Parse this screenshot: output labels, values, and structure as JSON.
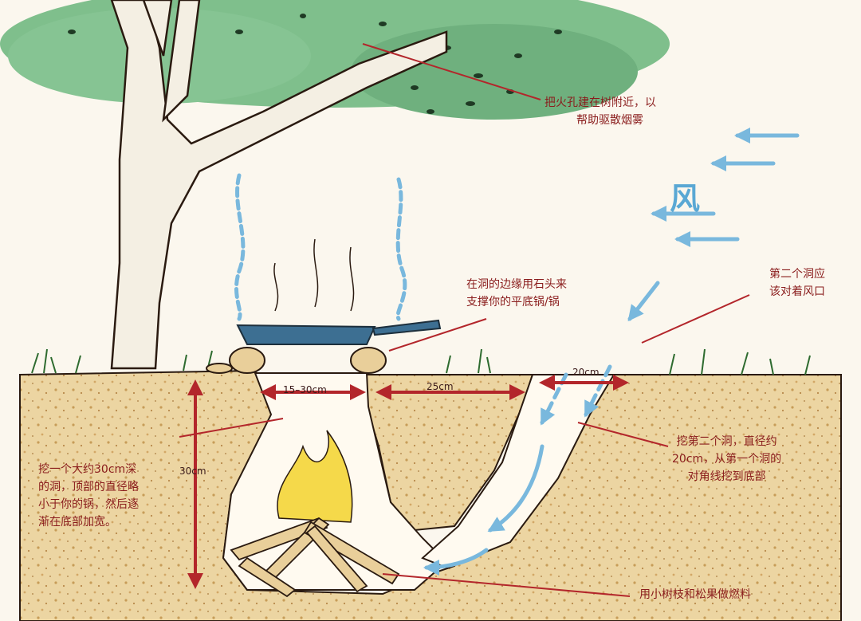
{
  "labels": {
    "tree_note": [
      "把火孔建在树附近，以",
      "帮助驱散烟雾"
    ],
    "wind": "风",
    "pan_note": [
      "在洞的边缘用石头来",
      "支撑你的平底锅/锅"
    ],
    "second_hole_note": [
      "第二个洞应",
      "该对着风口"
    ],
    "dig_second_note": [
      "挖第二个洞，直径约",
      "20cm，从第一个洞的",
      "对角线挖到底部"
    ],
    "dig_first_note": [
      "挖一个大约30cm深",
      "的洞，顶部的直径略",
      "小于你的锅，然后逐",
      "渐在底部加宽。"
    ],
    "fuel_note": "用小树枝和松果做燃料"
  },
  "dimensions": {
    "top_width": "15–30cm",
    "gap": "25cm",
    "second_width": "20cm",
    "depth": "30cm"
  },
  "colors": {
    "soil": "#e9cf9a",
    "soil_speckle": "#c9a15e",
    "leaf": "#6fb07e",
    "arrow_red": "#b3262b",
    "wind_blue": "#79b8dd",
    "pan": "#3d6f92",
    "flame": "#f5d94a"
  }
}
